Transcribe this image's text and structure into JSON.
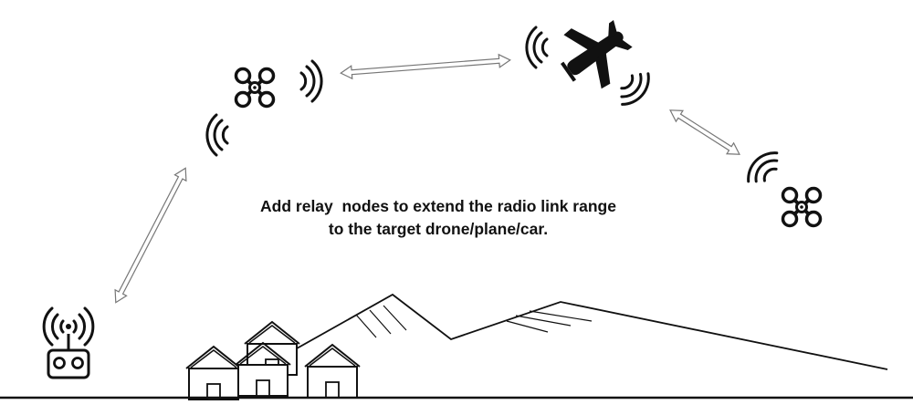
{
  "caption": {
    "line1": "Add relay  nodes to extend the radio link range",
    "line2": "to the target drone/plane/car."
  },
  "nodes": [
    {
      "role": "ground-controller",
      "icon": "remote-controller-icon"
    },
    {
      "role": "relay-drone",
      "icon": "quadcopter-icon"
    },
    {
      "role": "target-plane",
      "icon": "airplane-icon"
    },
    {
      "role": "target-drone",
      "icon": "quadcopter-icon"
    }
  ],
  "colors": {
    "stroke": "#111111",
    "arrow": "#777777",
    "background": "#ffffff"
  }
}
